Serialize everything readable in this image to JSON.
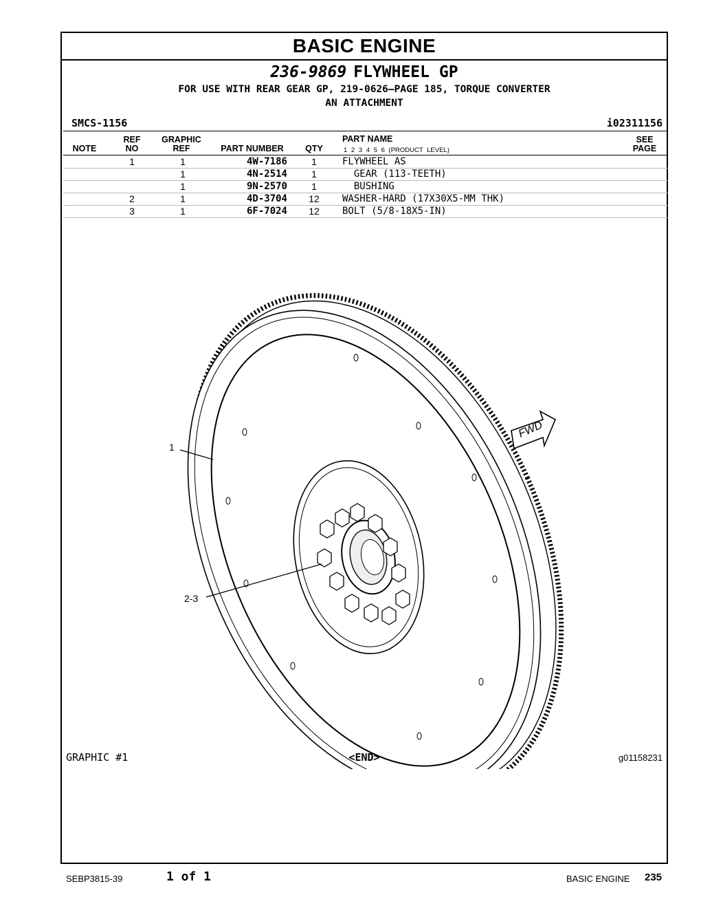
{
  "header": {
    "section_title": "BASIC ENGINE",
    "group_number": "236-9869",
    "group_name": "FLYWHEEL GP",
    "subtitle_line1": "FOR USE WITH REAR GEAR GP, 219-0626—PAGE 185, TORQUE CONVERTER",
    "subtitle_line2": "AN ATTACHMENT",
    "smcs": "SMCS-1156",
    "illustration_id": "i02311156"
  },
  "table": {
    "headers": {
      "note": "NOTE",
      "ref_no_top": "REF",
      "ref_no_bottom": "NO",
      "graphic_ref_top": "GRAPHIC",
      "graphic_ref_bottom": "REF",
      "part_number": "PART NUMBER",
      "qty": "QTY",
      "part_name": "PART NAME",
      "product_levels": "1 2 3 4 5 6 (PRODUCT LEVEL)",
      "see_page_top": "SEE",
      "see_page_bottom": "PAGE"
    },
    "rows": [
      {
        "note": "",
        "ref_no": "1",
        "graphic_ref": "1",
        "part_number": "4W-7186",
        "qty": "1",
        "part_name": "FLYWHEEL AS"
      },
      {
        "note": "",
        "ref_no": "",
        "graphic_ref": "1",
        "part_number": "4N-2514",
        "qty": "1",
        "part_name": "  GEAR (113-TEETH)"
      },
      {
        "note": "",
        "ref_no": "",
        "graphic_ref": "1",
        "part_number": "9N-2570",
        "qty": "1",
        "part_name": "  BUSHING"
      },
      {
        "note": "",
        "ref_no": "2",
        "graphic_ref": "1",
        "part_number": "4D-3704",
        "qty": "12",
        "part_name": "WASHER-HARD (17X30X5-MM THK)"
      },
      {
        "note": "",
        "ref_no": "3",
        "graphic_ref": "1",
        "part_number": "6F-7024",
        "qty": "12",
        "part_name": "BOLT (5/8-18X5-IN)"
      }
    ]
  },
  "graphic": {
    "callout_1": "1",
    "callout_2": "2-3",
    "fwd_label": "FWD",
    "graphic_label": "GRAPHIC #1",
    "end_marker": "<END>",
    "graphic_id": "g01158231"
  },
  "footer": {
    "doc_number": "SEBP3815-39",
    "page_of": "1 of 1",
    "section": "BASIC ENGINE",
    "page_number": "235"
  }
}
